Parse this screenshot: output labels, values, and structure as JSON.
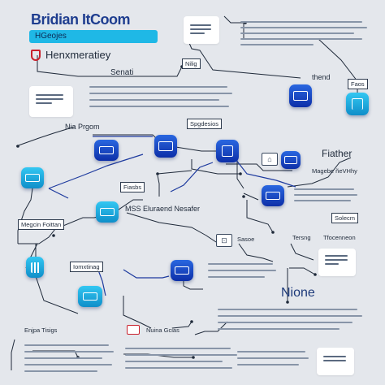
{
  "title": "Bridian ItCoom",
  "subtitle_bar": "HGeojes",
  "main_heading": "Henxmeratiey",
  "labels": {
    "senati": "Senati",
    "nilig": "Nilig",
    "thend": "thend",
    "faos": "Faos",
    "nia_prgom": "Nia Prgom",
    "spgdesios": "Spgdesios",
    "fiather": "Fiather",
    "magebe_nevhy": "Magebe ñeVHhy",
    "fiasbs": "Fiasbs",
    "ms_elurand": "MSS Eluraend Nesafer",
    "solecm": "Solecm",
    "megcin_foittan": "Megcin Foittan",
    "sasoe": "Sasoe",
    "tersng": "Tersng",
    "tfoceneon": "Tfocenneon",
    "iomxtinag": "Iomxtinag",
    "nione": "Nione",
    "enjpa_tisigs": "Enjpa Tisigs",
    "nuina_gcias": "Nuina Gcias"
  },
  "icons": [
    "shield-icon",
    "document-icon",
    "monitor-icon",
    "gate-icon",
    "screen-icon",
    "grid-icon",
    "calendar-icon"
  ],
  "colors": {
    "background": "#e4e7ec",
    "accent": "#1fb8e6",
    "node_blue": "#1240c2",
    "heading_blue": "#1e3d8f",
    "alert": "#c9202c"
  }
}
